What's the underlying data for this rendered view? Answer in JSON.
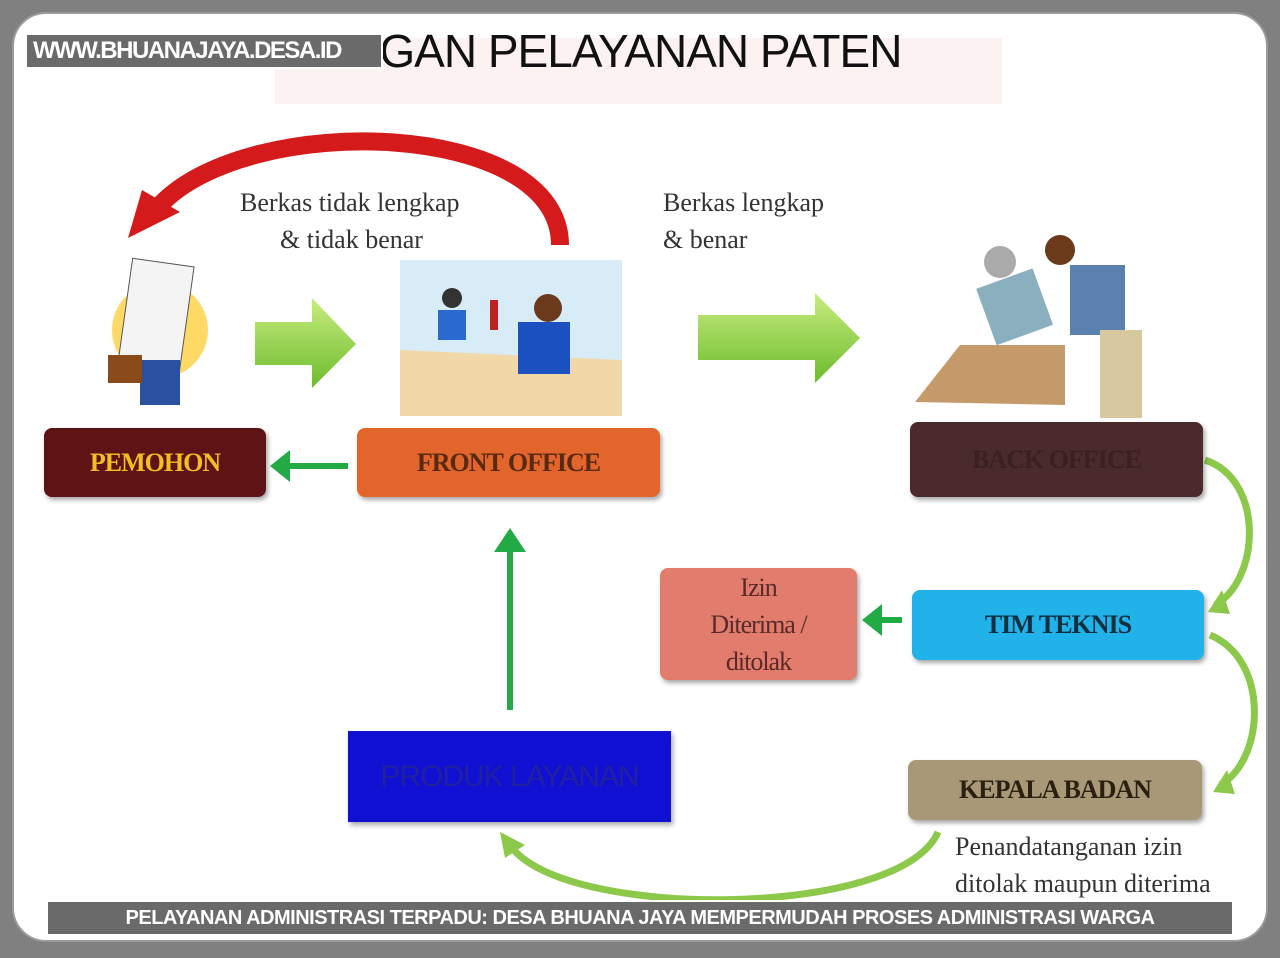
{
  "watermark_top": "WWW.BHUANAJAYA.DESA.ID",
  "title": "BAGAN PELAYANAN PATEN",
  "notes": {
    "incomplete": [
      "Berkas tidak lengkap",
      "& tidak benar"
    ],
    "complete": [
      "Berkas lengkap",
      "& benar"
    ],
    "signing": [
      "Penandatanganan izin",
      "ditolak maupun diterima"
    ]
  },
  "boxes": {
    "pemohon": "PEMOHON",
    "front_office": "FRONT OFFICE",
    "back_office": "BACK OFFICE",
    "tim_teknis": "TIM TEKNIS",
    "izin": [
      "Izin",
      "Diterima /",
      "ditolak"
    ],
    "kepala_badan": "KEPALA BADAN",
    "produk_layanan": "PRODUK LAYANAN"
  },
  "caption": "PELAYANAN ADMINISTRASI TERPADU: DESA BHUANA JAYA MEMPERMUDAH PROSES ADMINISTRASI WARGA",
  "colors": {
    "pemohon": "#5e1414",
    "front_office": "#e2662c",
    "back_office": "#4a2a2a",
    "tim_teknis": "#22b2ea",
    "izin": "#e27c6c",
    "kepala_badan": "#a89878",
    "produk_layanan": "#1010d2",
    "arrow_green": "#22aa44",
    "arrow_red": "#d41a1a"
  }
}
